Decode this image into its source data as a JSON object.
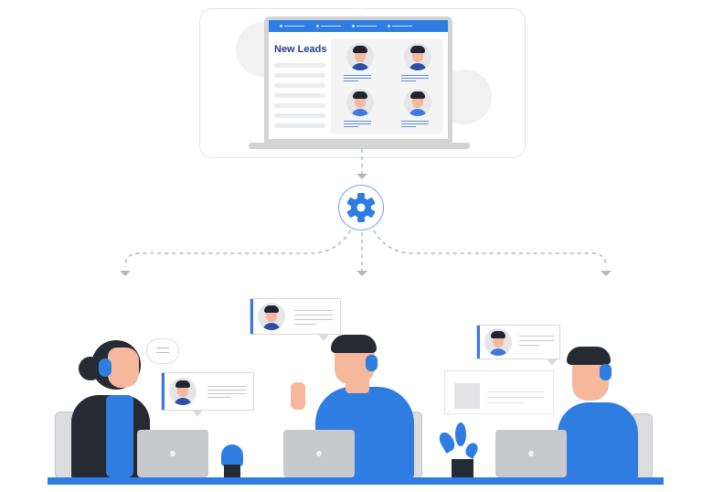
{
  "crm_screen": {
    "title": "New Leads",
    "topbar_items": 4,
    "list_rows": 7,
    "lead_cards": 4
  },
  "flow": {
    "hub_icon": "gear-icon",
    "branches": [
      "left",
      "center",
      "right"
    ]
  },
  "agents": [
    {
      "position": "left",
      "description": "Female agent with headset at laptop",
      "bubble_avatar": "male-lead"
    },
    {
      "position": "center",
      "description": "Male agent with headset gesturing",
      "bubble_avatar": "female-lead"
    },
    {
      "position": "right",
      "description": "Male agent with headset at laptop",
      "bubble_avatar": "female-lead"
    }
  ],
  "colors": {
    "primary_blue": "#2f7de1",
    "title_navy": "#263f8a",
    "gray_laptop": "#c8c9cc",
    "light_gray": "#f1f1f2"
  }
}
